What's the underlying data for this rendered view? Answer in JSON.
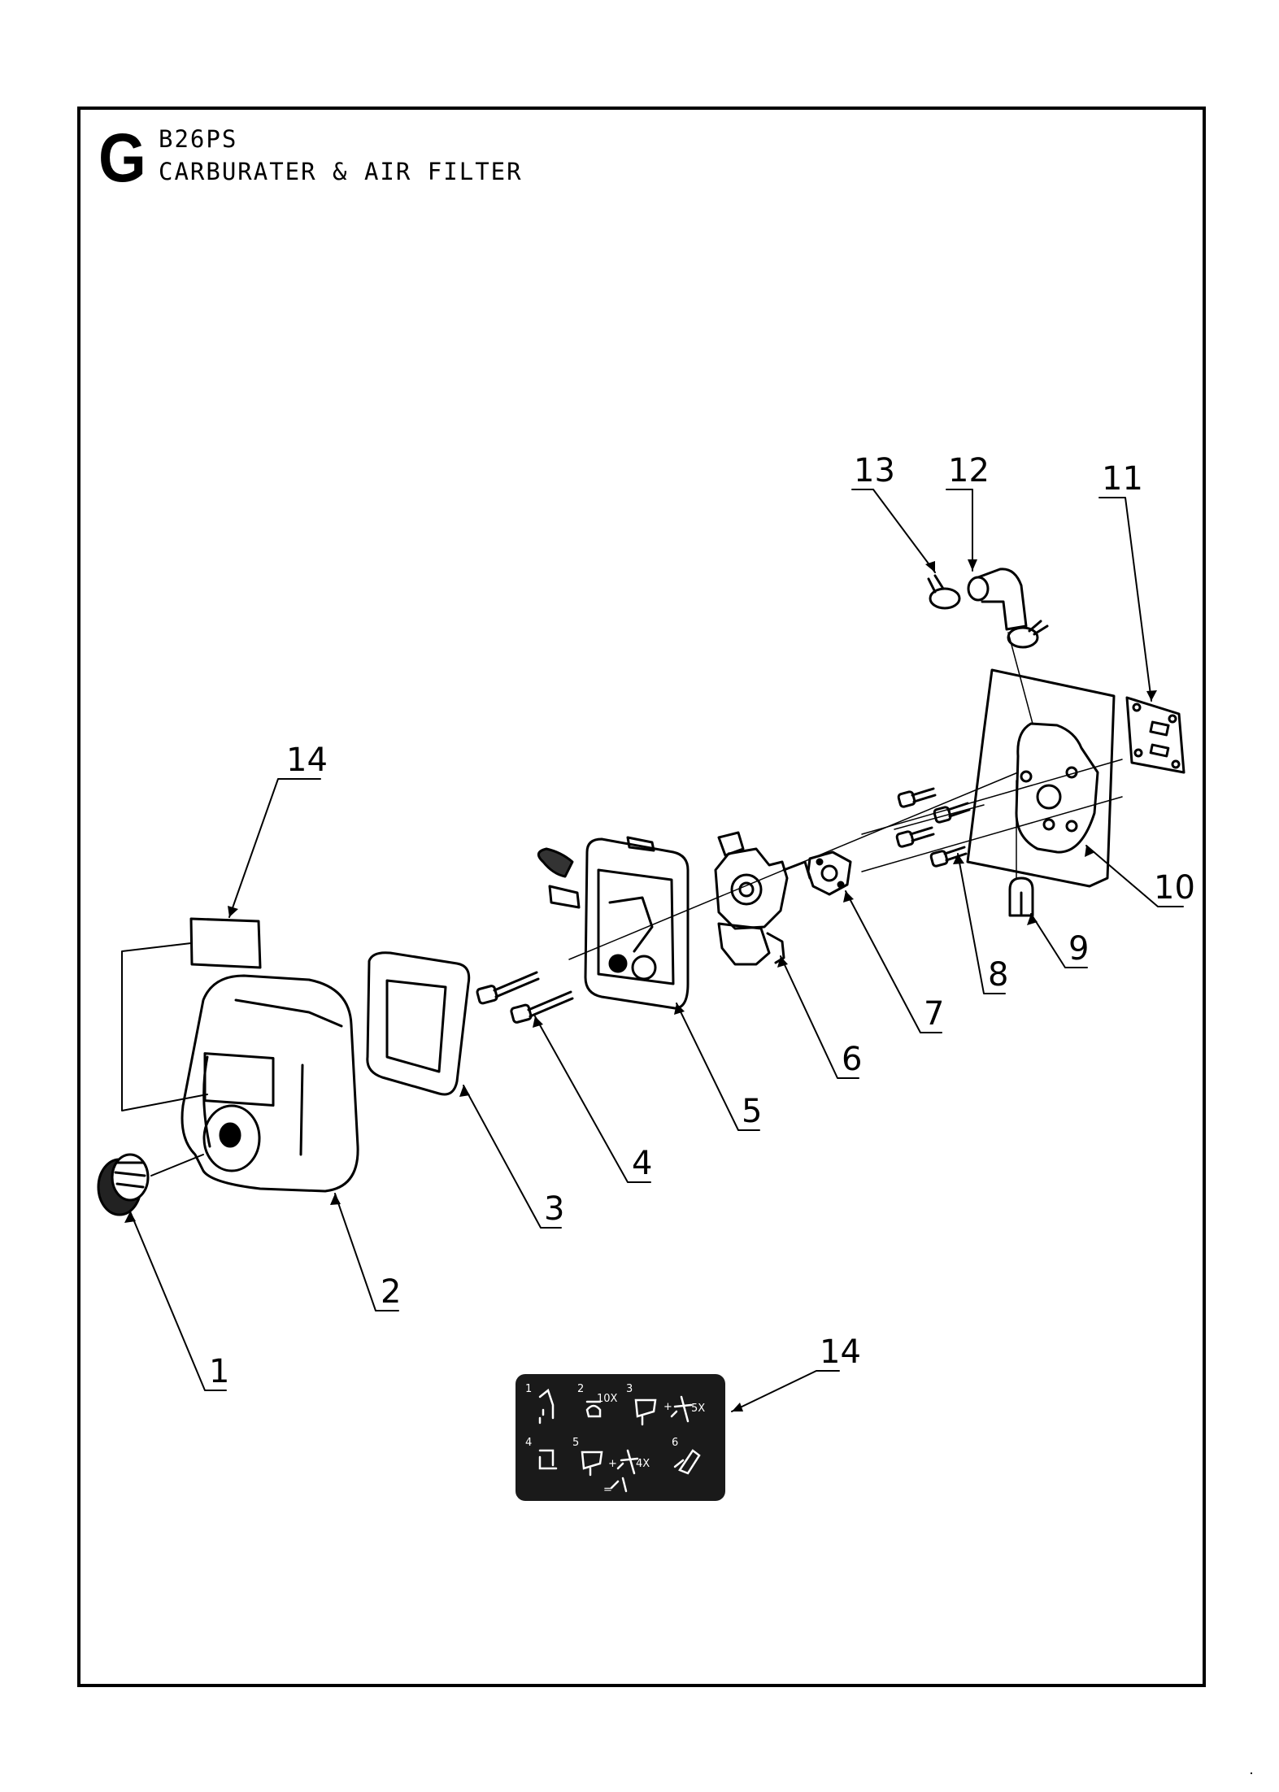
{
  "header": {
    "section_letter": "G",
    "model": "B26PS",
    "title": "CARBURATER & AIR FILTER"
  },
  "callouts": [
    "1",
    "2",
    "3",
    "4",
    "5",
    "6",
    "7",
    "8",
    "9",
    "10",
    "11",
    "12",
    "13",
    "14",
    "14"
  ],
  "decal": {
    "step_numbers": [
      "1",
      "2",
      "3",
      "4",
      "5",
      "6"
    ],
    "repeat_labels": [
      "10X",
      "5X",
      "4X"
    ]
  },
  "colors": {
    "line": "#000000",
    "background": "#ffffff",
    "decal_background": "#1a1a1a"
  }
}
